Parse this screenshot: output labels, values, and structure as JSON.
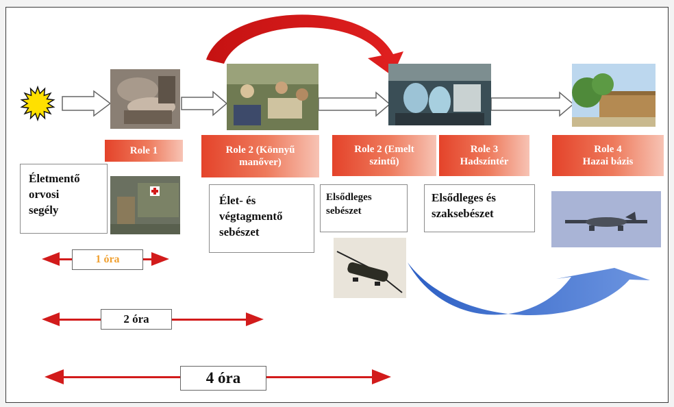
{
  "roles": {
    "role1": "Role 1",
    "role2_light": "Role 2 (Könnyű\nmanőver)",
    "role2_enhanced": "Role 2 (Emelt\nszintű)",
    "role3": "Role 3\nHadszíntér",
    "role4": "Role 4\nHazai bázis"
  },
  "descriptions": {
    "first_aid": "Életmentő\norvosi\nsegély",
    "life_limb": "Élet- és\nvégtagmentő\nsebészet",
    "primary_surgery": "Elsődleges\nsebészet",
    "specialist_surgery": "Elsődleges és\nszaksebészet"
  },
  "timelines": {
    "hour1": "1 óra",
    "hour2": "2 óra",
    "hour4": "4 óra"
  },
  "icons": {
    "start": "sun-icon",
    "transport_back": "helicopter-icon",
    "transport_home": "airplane-icon"
  },
  "colors": {
    "arrow_red": "#d0151b",
    "arrow_blue": "#3a67c8",
    "role_red": "#e4432a",
    "hour1_text": "#f0a030"
  }
}
